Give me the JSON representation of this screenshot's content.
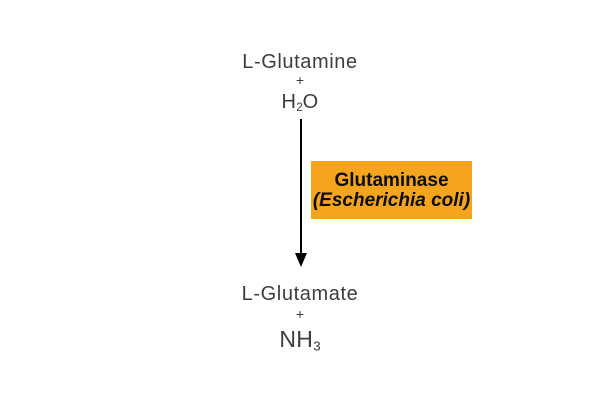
{
  "colors": {
    "background": "#ffffff",
    "enzyme_box_fill": "#F5A41E",
    "compound_text": "#3d3d3d",
    "arrow": "#000000",
    "enzyme_text": "#0d0d0d"
  },
  "reaction": {
    "substrates": {
      "name": "L-Glutamine",
      "plus": "+",
      "water": {
        "base": "H",
        "subscript": "2",
        "tail": "O"
      }
    },
    "enzyme": {
      "name": "Glutaminase",
      "organism": "(Escherichia coli)"
    },
    "products": {
      "name": "L-Glutamate",
      "plus": "+",
      "ammonia": {
        "base": "NH",
        "subscript": "3"
      }
    }
  }
}
